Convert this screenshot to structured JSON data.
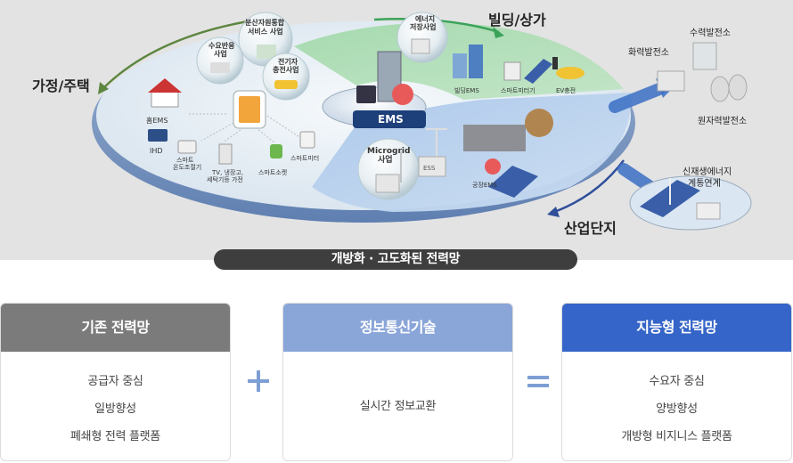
{
  "diagram": {
    "zones": {
      "home": "가정/주택",
      "building": "빌딩/상가",
      "industrial": "산업단지"
    },
    "center": "EMS",
    "top_bubbles": {
      "demand_response": "수요반응\n사업",
      "distributed": "분산자원통합\n서비스 사업",
      "ev_charging": "전기자\n충전사업",
      "energy_storage": "에너지\n저장사업",
      "microgrid": "Microgrid\n사업"
    },
    "home_devices": {
      "home_ems": "홈EMS",
      "ihd": "IHD",
      "thermostat": "스마트\n온도조절기",
      "appliances": "TV, 냉장고,\n세탁기등 가전",
      "smart_socket": "스마트소켓",
      "smart_meter": "스마트미터"
    },
    "building_items": {
      "building_ems": "빌딩EMS",
      "smart_meter": "스마트미터기",
      "ev_charge": "EV충전"
    },
    "factory_ems": "공장EMS",
    "ess": "ESS",
    "external": {
      "thermal": "화력발전소",
      "hydro": "수력발전소",
      "nuclear": "원자력발전소",
      "renewable": "신재생에너지\n계통연계"
    },
    "bottom_bar": "개방화 · 고도화된 전력망"
  },
  "cards": [
    {
      "title": "기존 전력망",
      "color": "#7b7b7b",
      "items": [
        "공급자 중심",
        "일방향성",
        "폐쇄형 전력 플랫폼"
      ]
    },
    {
      "title": "정보통신기술",
      "color": "#8aa5d8",
      "items": [
        "실시간 정보교환"
      ]
    },
    {
      "title": "지능형 전력망",
      "color": "#3565c8",
      "items": [
        "수요자 중심",
        "양방향성",
        "개방형 비지니스 플랫폼"
      ]
    }
  ],
  "operators": {
    "plus_color": "#7e9fd4",
    "equals_color": "#7e9fd4"
  }
}
